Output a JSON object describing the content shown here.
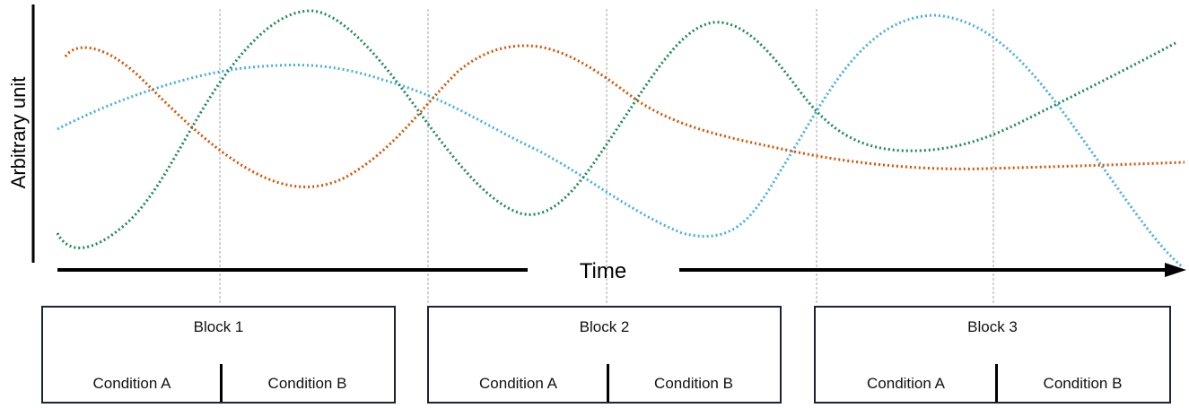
{
  "diagram": {
    "y_axis_label": "Arbitrary unit",
    "x_axis_label": "Time",
    "curve_colors": {
      "orange": "#d35400",
      "green": "#1a8a5a",
      "blue": "#45b0de"
    },
    "guide_line_color": "#b5b5b5",
    "blocks": [
      {
        "title": "Block 1",
        "conditions": [
          "Condition A",
          "Condition B"
        ]
      },
      {
        "title": "Block 2",
        "conditions": [
          "Condition A",
          "Condition B"
        ]
      },
      {
        "title": "Block 3",
        "conditions": [
          "Condition A",
          "Condition B"
        ]
      }
    ]
  }
}
